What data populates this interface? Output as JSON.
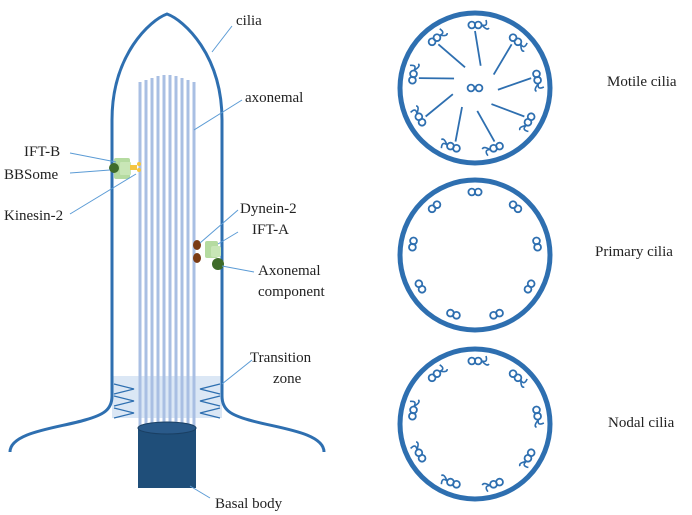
{
  "labels": {
    "cilia": "cilia",
    "axonemal": "axonemal",
    "ift_b": "IFT-B",
    "bbsome": "BBSome",
    "kinesin": "Kinesin-2",
    "dynein": "Dynein-2",
    "ift_a": "IFT-A",
    "axonemal_component_1": "Axonemal",
    "axonemal_component_2": "component",
    "transition_zone_1": "Transition",
    "transition_zone_2": "zone",
    "basal_body": "Basal body"
  },
  "cross_sections": [
    {
      "label": "Motile cilia",
      "has_arms": true,
      "has_spokes": true,
      "has_central_pair": true
    },
    {
      "label": "Primary cilia",
      "has_arms": false,
      "has_spokes": false,
      "has_central_pair": false
    },
    {
      "label": "Nodal cilia",
      "has_arms": true,
      "has_spokes": false,
      "has_central_pair": false
    }
  ],
  "colors": {
    "outline": "#2e6fb0",
    "microtubule": "#a9bfe3",
    "basal_body": "#1f4e79",
    "transition_zone": "#dbe7f5",
    "ift_particle": "#b5dba0",
    "bbsome": "#3e6b2a",
    "kinesin": "#f4c542",
    "dynein": "#7a3b14",
    "doublet": "#2e6fb0"
  },
  "doublet_count": 9
}
